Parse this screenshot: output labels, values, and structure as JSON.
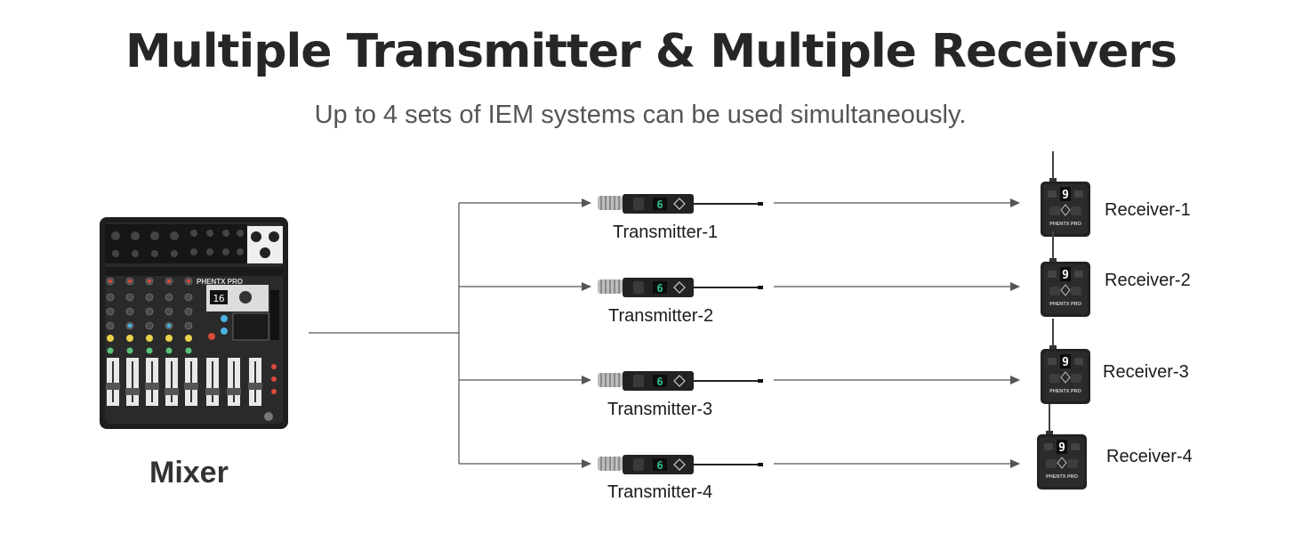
{
  "header": {
    "title": "Multiple Transmitter & Multiple Receivers",
    "subtitle": "Up to 4 sets of IEM systems can be used simultaneously."
  },
  "mixer": {
    "label": "Mixer",
    "brand": "PHENTX PRO",
    "display": "16"
  },
  "transmitters": [
    {
      "label": "Transmitter-1",
      "display": "6"
    },
    {
      "label": "Transmitter-2",
      "display": "6"
    },
    {
      "label": "Transmitter-3",
      "display": "6"
    },
    {
      "label": "Transmitter-4",
      "display": "6"
    }
  ],
  "receivers": [
    {
      "label": "Receiver-1",
      "display": "9",
      "brand": "PHENTX PRO"
    },
    {
      "label": "Receiver-2",
      "display": "9",
      "brand": "PHENTX PRO"
    },
    {
      "label": "Receiver-3",
      "display": "9",
      "brand": "PHENTX PRO"
    },
    {
      "label": "Receiver-4",
      "display": "9",
      "brand": "PHENTX PRO"
    }
  ],
  "colors": {
    "line": "#555555",
    "device_body": "#222222",
    "accent": "#2fbf8f"
  }
}
